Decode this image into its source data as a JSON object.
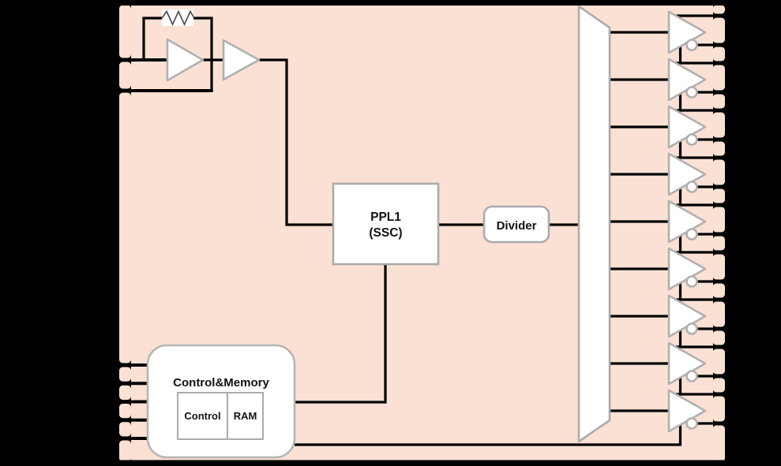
{
  "diagram": {
    "kind": "clock-generator-block-diagram",
    "background_color": "#000000",
    "chip_fill_color": "#fae1d3",
    "wire_color": "#000000",
    "block_stroke_color": "#ababab",
    "block_fill_color": "#ffffff",
    "resistor_zigzag_color": "#4d4d4d"
  },
  "blocks": {
    "pll": {
      "line1": "PPL1",
      "line2": "(SSC)"
    },
    "divider": {
      "label": "Divider"
    },
    "control_memory": {
      "title": "Control&Memory",
      "control_label": "Control",
      "ram_label": "RAM"
    }
  },
  "oscillator": {
    "amplifier_count": 2,
    "has_feedback_resistor": true,
    "input_pin_count": 2
  },
  "distribution": {
    "shape": "trapezoid",
    "fanout": 9
  },
  "output_buffers": {
    "count": 9,
    "has_inverting_bubble": true
  },
  "pins": {
    "left_oscillator": {
      "count": 2
    },
    "left_control": {
      "count": 5
    },
    "right_output": {
      "count": 18
    }
  }
}
